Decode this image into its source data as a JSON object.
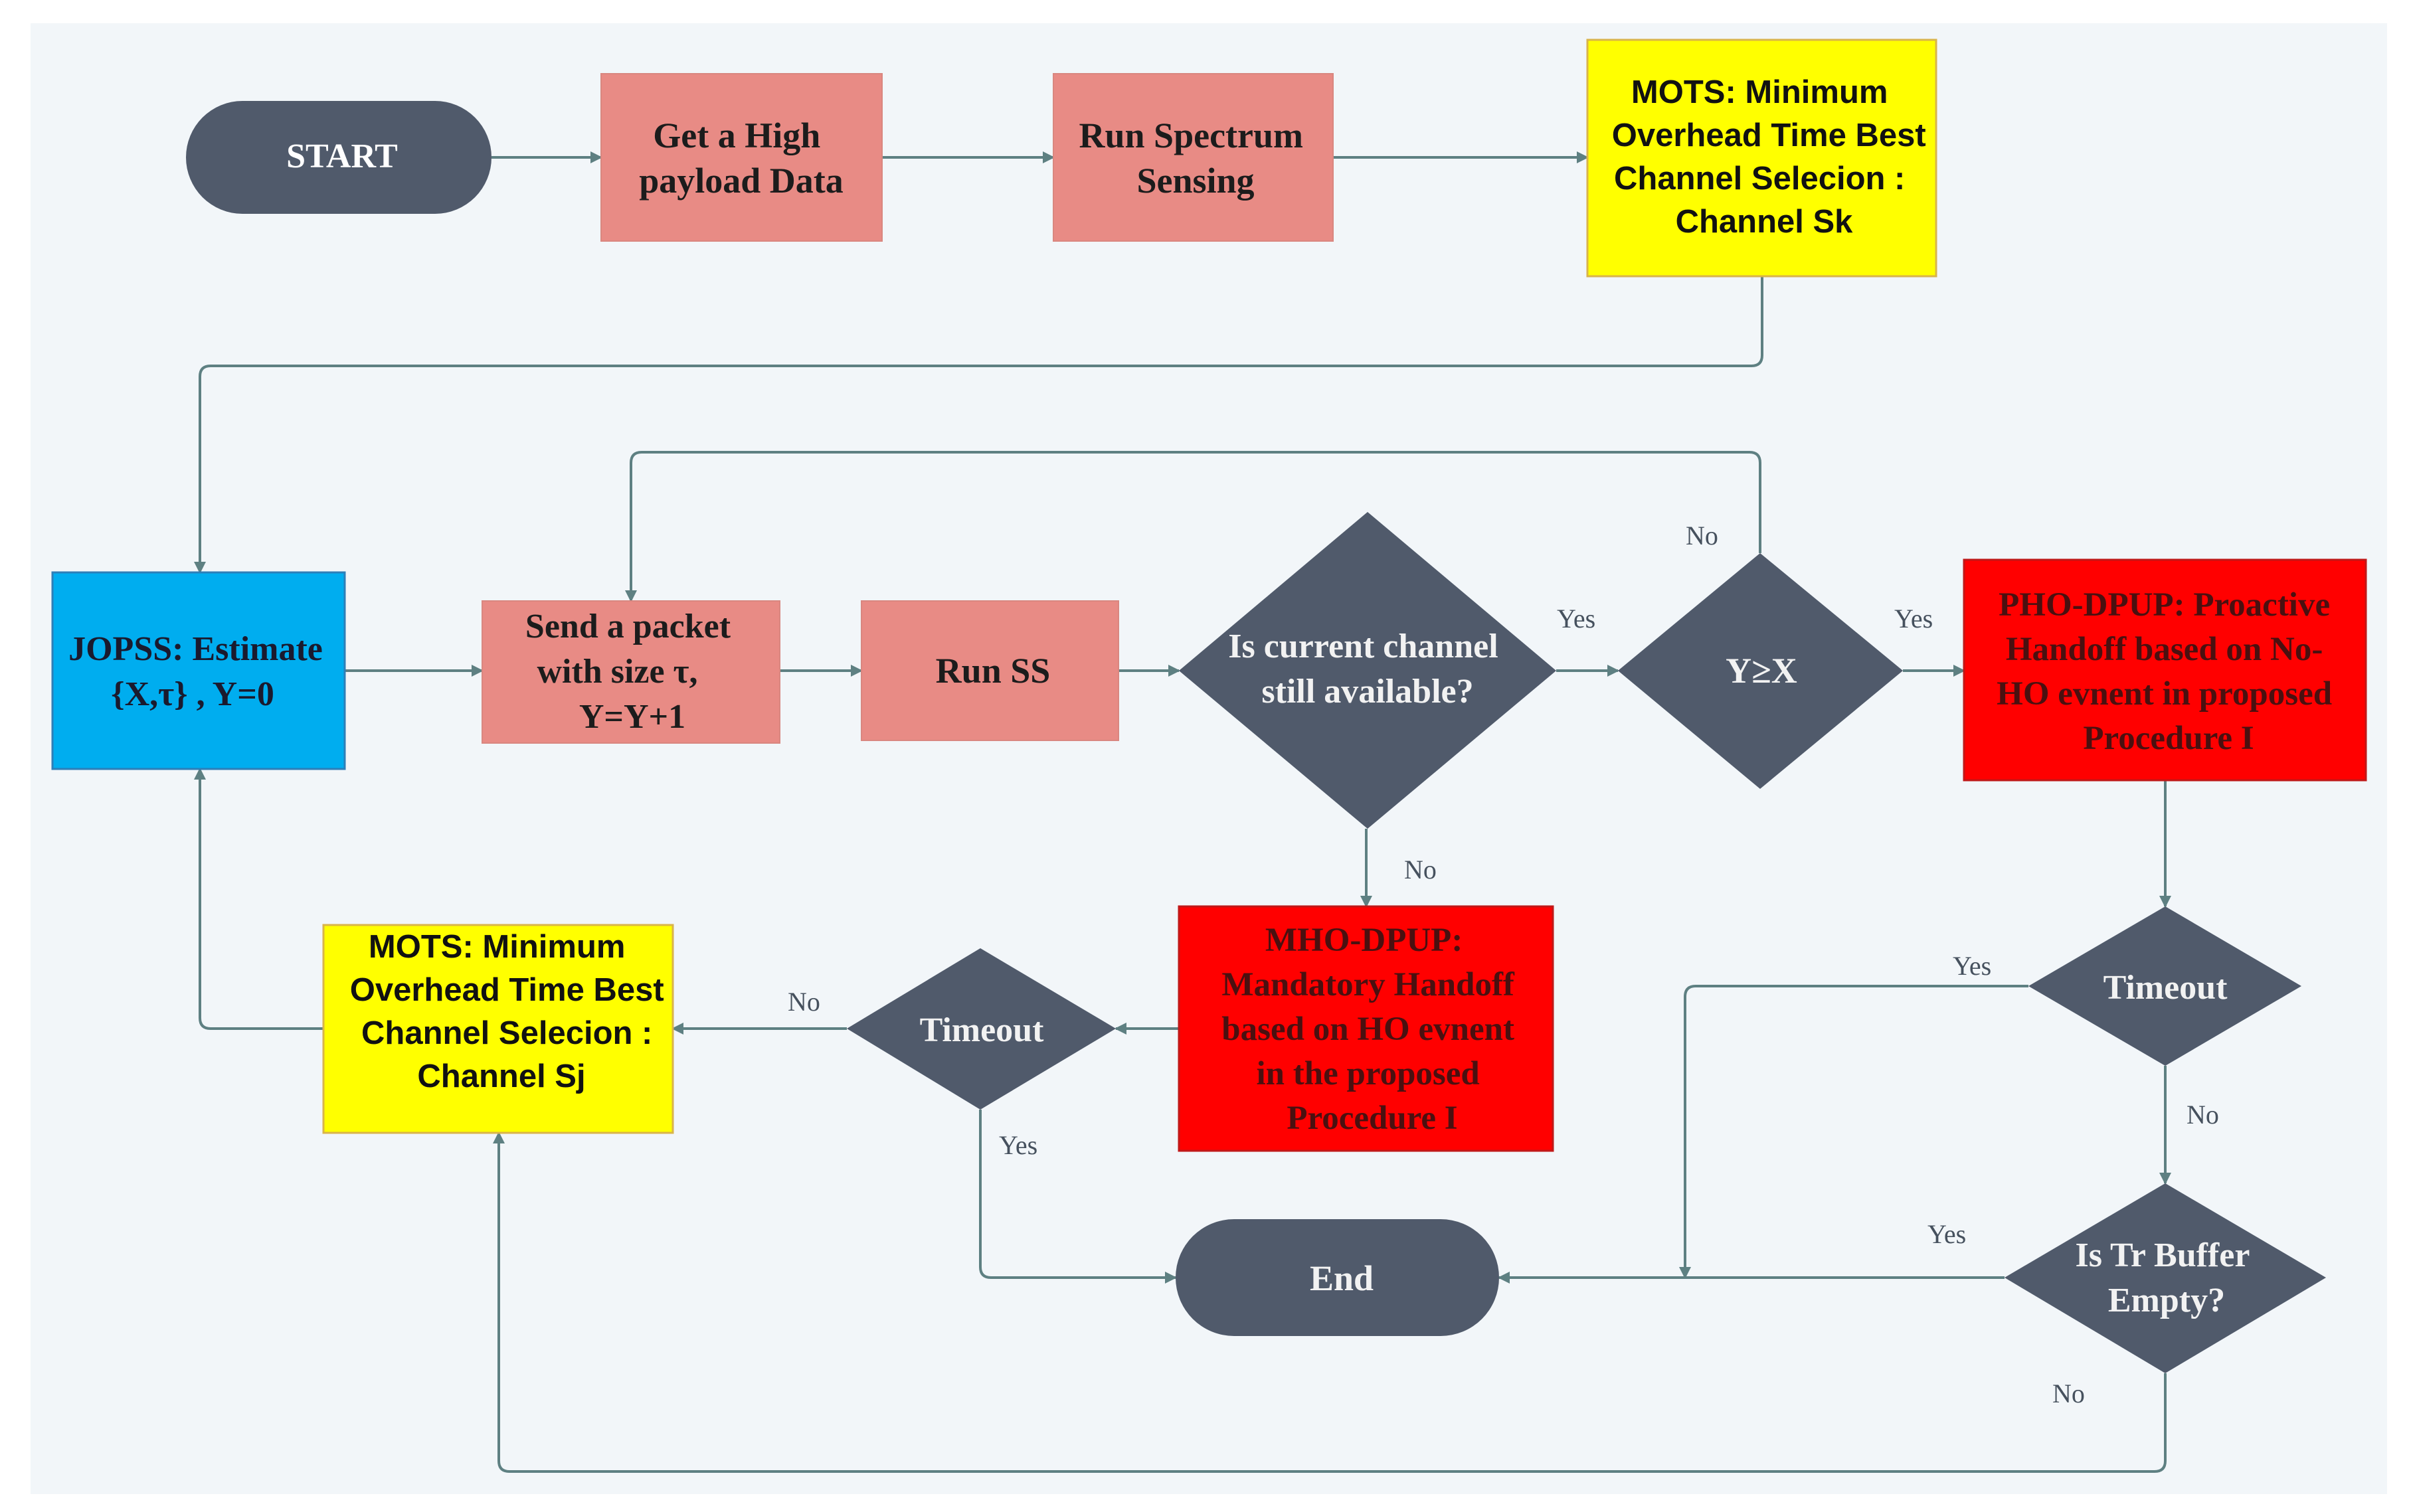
{
  "colors": {
    "background_panel": "#f2f6f9",
    "connector": "#5e8082",
    "terminal": "#505a6b",
    "process_salmon": "#e88b85",
    "highlight_yellow": "#ffff00",
    "blue_box": "#00adef",
    "red_box": "#ff0000",
    "decision": "#505a6b"
  },
  "nodes": {
    "start": {
      "lines": [
        "START"
      ]
    },
    "get_high_payload": {
      "lines": [
        "Get a High",
        "payload Data"
      ]
    },
    "run_spectrum_sensing": {
      "lines": [
        "Run Spectrum",
        "Sensing"
      ]
    },
    "mots_sk": {
      "lines": [
        "MOTS: Minimum",
        "Overhead Time Best",
        "Channel Selecion :",
        "Channel Sk"
      ]
    },
    "jopss": {
      "lines": [
        "JOPSS: Estimate",
        "{X,τ}  , Y=0"
      ]
    },
    "send_packet": {
      "lines": [
        "Send a packet",
        "with size τ,",
        "Y=Y+1"
      ]
    },
    "run_ss": {
      "lines": [
        "Run SS"
      ]
    },
    "channel_available": {
      "lines": [
        "Is current channel",
        "still available?"
      ]
    },
    "y_ge_x": {
      "lines": [
        "Y≥X"
      ]
    },
    "pho_dpup": {
      "lines": [
        "PHO-DPUP:  Proactive",
        "Handoff   based on  No-",
        "HO evnent in proposed",
        "Procedure I"
      ]
    },
    "mho_dpup": {
      "lines": [
        "MHO-DPUP:",
        "Mandatory Handoff",
        "based on  HO evnent",
        "in the proposed",
        "Procedure I"
      ]
    },
    "timeout_left": {
      "lines": [
        "Timeout"
      ]
    },
    "mots_sj": {
      "lines": [
        "MOTS: Minimum",
        "Overhead Time Best",
        "Channel Selecion :",
        "Channel Sj"
      ]
    },
    "timeout_right": {
      "lines": [
        "Timeout"
      ]
    },
    "end": {
      "lines": [
        "End"
      ]
    },
    "tr_buffer": {
      "lines": [
        "Is Tr  Buffer",
        "Empty?"
      ]
    }
  },
  "edge_labels": {
    "no_y_ge_x": "No",
    "yes_channel": "Yes",
    "yes_y_ge_x": "Yes",
    "no_channel": "No",
    "no_timeout_left": "No",
    "yes_timeout_left": "Yes",
    "yes_timeout_right": "Yes",
    "no_timeout_right": "No",
    "yes_buffer": "Yes",
    "no_buffer": "No"
  }
}
